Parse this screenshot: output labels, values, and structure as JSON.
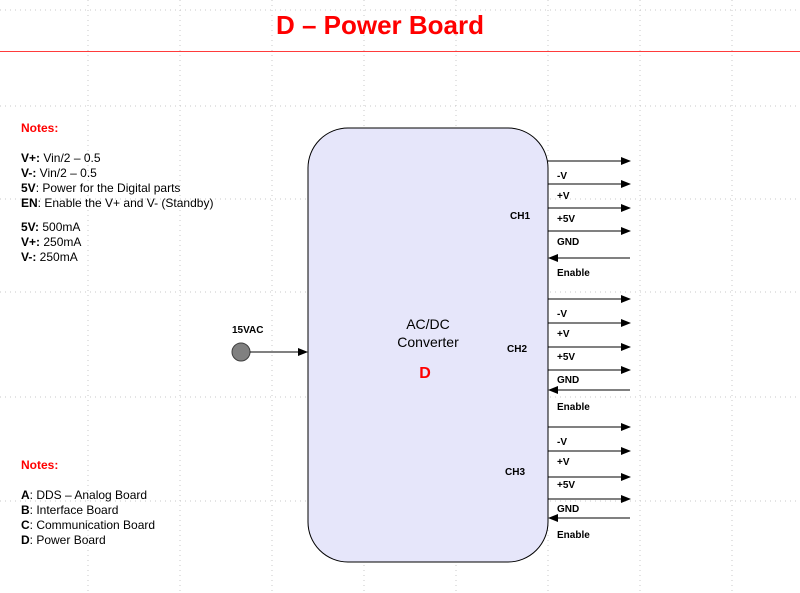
{
  "title": "D – Power Board",
  "notes_top": {
    "heading": "Notes:",
    "group1": [
      {
        "key": "V+:",
        "text": " Vin/2 – 0.5"
      },
      {
        "key": "V-:",
        "text": " Vin/2 – 0.5"
      },
      {
        "key": "5V",
        "text": ": Power for the Digital parts"
      },
      {
        "key": "EN",
        "text": ": Enable the V+ and V- (Standby)"
      }
    ],
    "group2": [
      {
        "key": "5V:",
        "text": " 500mA"
      },
      {
        "key": "V+:",
        "text": " 250mA"
      },
      {
        "key": "V-:",
        "text": " 250mA"
      }
    ]
  },
  "notes_bottom": {
    "heading": "Notes:",
    "items": [
      {
        "key": "A",
        "text": ": DDS – Analog Board"
      },
      {
        "key": "B",
        "text": ": Interface Board"
      },
      {
        "key": "C",
        "text": ": Communication Board"
      },
      {
        "key": "D",
        "text": ": Power Board"
      }
    ]
  },
  "converter": {
    "line1": "AC/DC",
    "line2": "Converter",
    "id": "D",
    "fill": "#e6e6fa"
  },
  "input_label": "15VAC",
  "channels": [
    {
      "name": "CH1",
      "signals": [
        "-V",
        "+V",
        "+5V",
        "GND",
        "Enable"
      ]
    },
    {
      "name": "CH2",
      "signals": [
        "-V",
        "+V",
        "+5V",
        "GND",
        "Enable"
      ]
    },
    {
      "name": "CH3",
      "signals": [
        "-V",
        "+V",
        "+5V",
        "GND",
        "Enable"
      ]
    }
  ],
  "colors": {
    "accent": "#ff0000",
    "title_rule": "#ff3b3b",
    "grid": "#c8c8c8",
    "terminal": "#808080"
  }
}
